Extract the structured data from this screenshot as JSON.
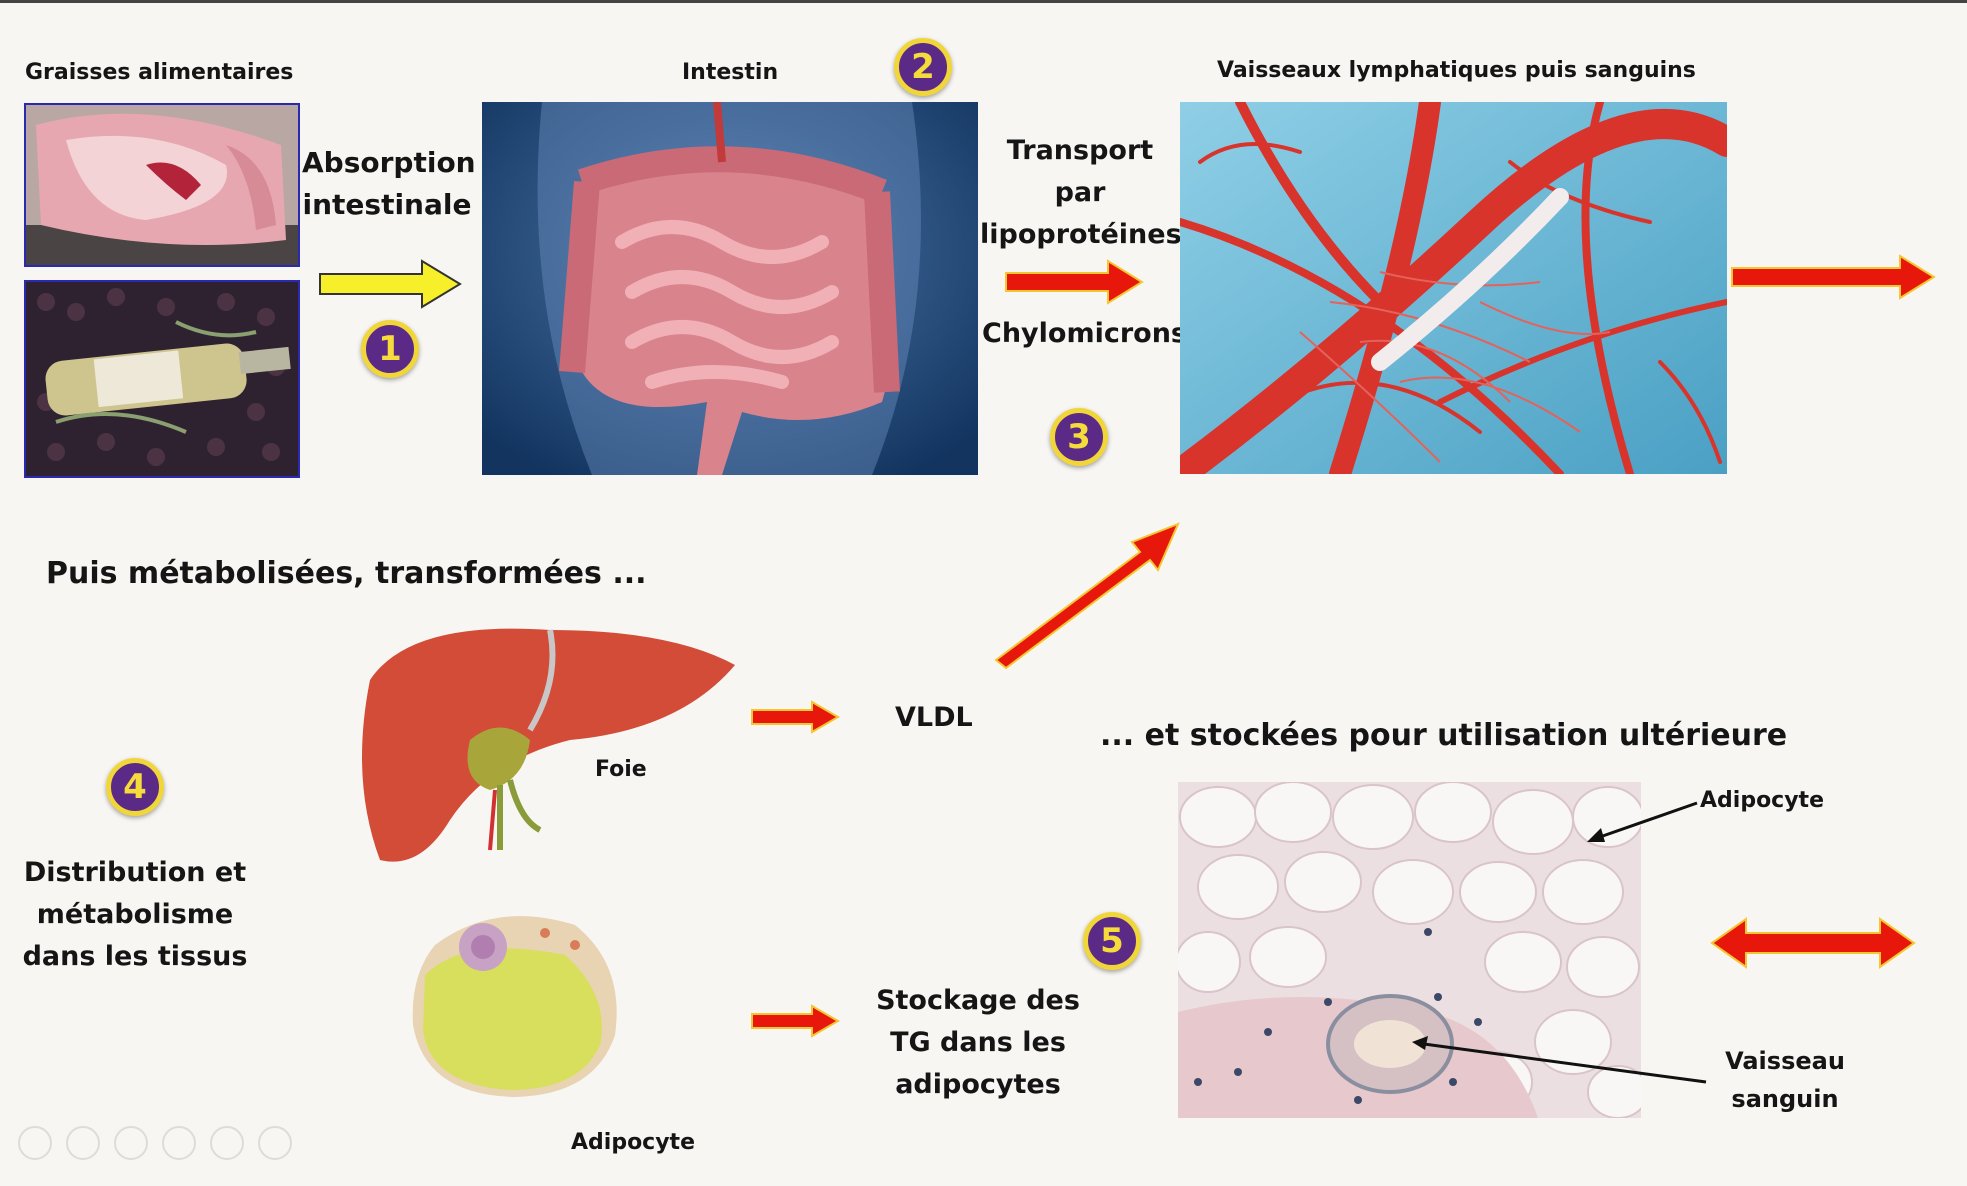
{
  "labels": {
    "dietary_fats": "Graisses alimentaires",
    "intestine": "Intestin",
    "vessels": "Vaisseaux lymphatiques puis sanguins",
    "absorption_line1": "Absorption",
    "absorption_line2": "intestinale",
    "transport_line1": "Transport par",
    "transport_line2": "lipoprotéines",
    "chylomicrons": "Chylomicrons",
    "metabolized": "Puis métabolisées, transformées ...",
    "liver": "Foie",
    "vldl": "VLDL",
    "stored": "... et stockées pour utilisation ultérieure",
    "distribution_line1": "Distribution et",
    "distribution_line2": "métabolisme",
    "distribution_line3": "dans les tissus",
    "storage_line1": "Stockage des",
    "storage_line2": "TG dans les",
    "storage_line3": "adipocytes",
    "adipocyte_cell": "Adipocyte",
    "adipocyte_tissue": "Adipocyte",
    "vessel_line1": "Vaisseau",
    "vessel_line2": "sanguin"
  },
  "badges": {
    "b1": "1",
    "b2": "2",
    "b3": "3",
    "b4": "4",
    "b5": "5"
  },
  "colors": {
    "badge_fill": "#5b2a86",
    "badge_ring": "#f1d63a",
    "arrow_red": "#e8170c",
    "arrow_yellow": "#f6ef2a"
  }
}
